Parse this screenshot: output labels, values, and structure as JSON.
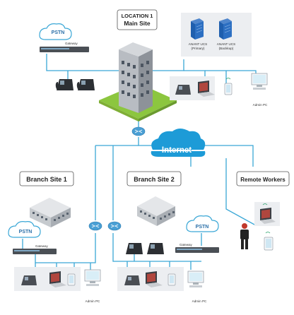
{
  "main_site": {
    "location": "LOCATION 1",
    "name": "Main Site"
  },
  "pstn_main": "PSTN",
  "pstn_branch": "PSTN",
  "pstn_branch2": "PSTN",
  "gateway_main": "Gateway",
  "gateway_branch1": "Gateway",
  "gateway_branch2": "Gateway",
  "ucs_primary": {
    "line1": "ANANT UCS",
    "line2": "(Primary)"
  },
  "ucs_backup": {
    "line1": "ANANT UCS",
    "line2": "(Backkup)"
  },
  "admin_pc_main": "Admin PC",
  "admin_pc_branch1": "Admin PC",
  "admin_pc_branch2": "Admin PC",
  "internet": "Internet",
  "branch1": "Branch Site 1",
  "branch2": "Branch Site 2",
  "remote": "Remote Workers",
  "colors": {
    "line": "#3aa7d6",
    "cloud": "#1d9bd7",
    "server": "#1f5fae",
    "grass": "#8cc63f"
  }
}
